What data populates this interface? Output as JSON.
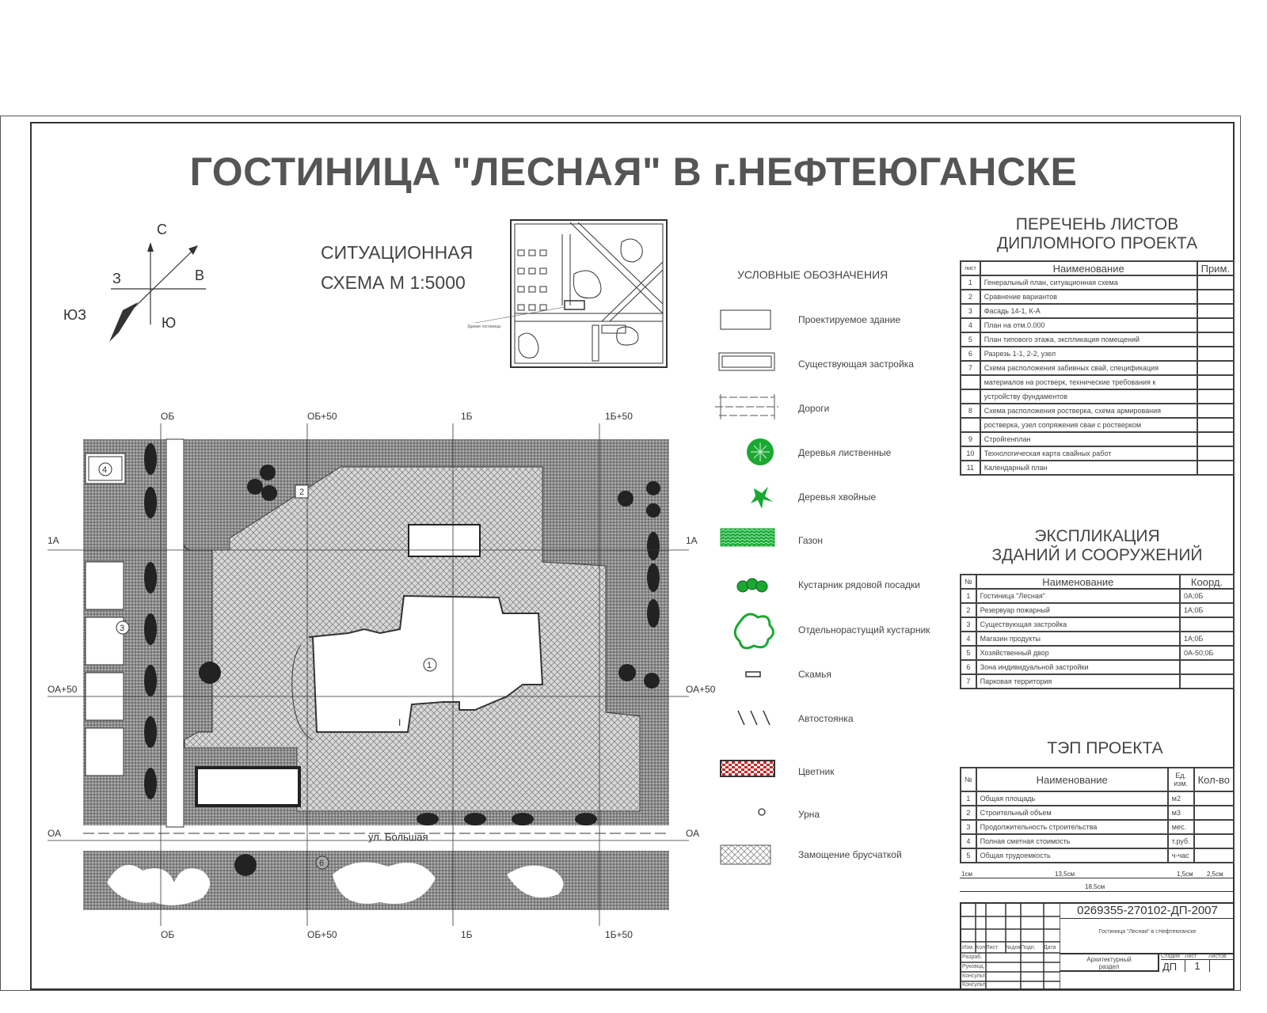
{
  "title": "ГОСТИНИЦА \"ЛЕСНАЯ\" В г.НЕФТЕЮГАНСКЕ",
  "compass": {
    "n": "С",
    "w": "З",
    "e": "В",
    "sw": "ЮЗ",
    "s": "Ю"
  },
  "situation": {
    "line1": "СИТУАЦИОННАЯ",
    "line2": "СХЕМА М 1:5000",
    "note": "Здание гостиницы"
  },
  "legend": {
    "title": "УСЛОВНЫЕ ОБОЗНАЧЕНИЯ",
    "items": [
      {
        "label": "Проектируемое здание",
        "icon": "rect-icon"
      },
      {
        "label": "Существующая застройка",
        "icon": "double-rect-icon"
      },
      {
        "label": "Дороги",
        "icon": "road-icon"
      },
      {
        "label": "Деревья лиственные",
        "icon": "deciduous-tree-icon"
      },
      {
        "label": "Деревья хвойные",
        "icon": "conifer-tree-icon"
      },
      {
        "label": "Газон",
        "icon": "lawn-icon"
      },
      {
        "label": "Кустарник рядовой посадки",
        "icon": "row-shrub-icon"
      },
      {
        "label": "Отдельнорастущий кустарник",
        "icon": "single-shrub-icon"
      },
      {
        "label": "Скамья",
        "icon": "bench-icon"
      },
      {
        "label": "Автостоянка",
        "icon": "parking-icon"
      },
      {
        "label": "Цветник",
        "icon": "flowerbed-icon"
      },
      {
        "label": "Урна",
        "icon": "bin-icon"
      },
      {
        "label": "Замощение брусчаткой",
        "icon": "paving-icon"
      }
    ]
  },
  "colors": {
    "green": "#1aa832",
    "flower": "#c62828",
    "ink": "#333333"
  },
  "plan": {
    "axes_v": [
      "ОБ",
      "ОБ+50",
      "1Б",
      "1Б+50"
    ],
    "axes_h": [
      "1А",
      "ОА+50",
      "ОА"
    ],
    "street": "ул. Большая",
    "markers": [
      "1",
      "2",
      "3",
      "4",
      "6"
    ],
    "hydrant": "I"
  },
  "sheets": {
    "title1": "ПЕРЕЧЕНЬ ЛИСТОВ",
    "title2": "ДИПЛОМНОГО ПРОЕКТА",
    "headers": [
      "лист",
      "Наименование",
      "Прим."
    ],
    "rows": [
      [
        "1",
        "Генеральный план, ситуационная схема"
      ],
      [
        "2",
        "Сравнение вариантов"
      ],
      [
        "3",
        "Фасадь 14-1, К-А"
      ],
      [
        "4",
        "План на отм.0.000"
      ],
      [
        "5",
        "План типового этажа, экспликация помещений"
      ],
      [
        "6",
        "Разрезь 1-1, 2-2, узел"
      ],
      [
        "7",
        "Схема расположения забивных свай, спецификация"
      ],
      [
        "",
        "материалов на ростверк, технические требования к"
      ],
      [
        "",
        "устройству фундаментов"
      ],
      [
        "8",
        "Схема расположения ростверка, схема армирования"
      ],
      [
        "",
        "ростверка, узел сопряжения сваи с ростверком"
      ],
      [
        "9",
        "Стройгенплан"
      ],
      [
        "10",
        "Технологическая карта свайных работ"
      ],
      [
        "11",
        "Календарный план"
      ]
    ]
  },
  "explication": {
    "title1": "ЭКСПЛИКАЦИЯ",
    "title2": "ЗДАНИЙ И СООРУЖЕНИЙ",
    "headers": [
      "№",
      "Наименование",
      "Коорд."
    ],
    "rows": [
      [
        "1",
        "Гостиница \"Лесная\"",
        "0А;0Б"
      ],
      [
        "2",
        "Резервуар пожарный",
        "1А;0Б"
      ],
      [
        "3",
        "Существующая застройка",
        ""
      ],
      [
        "4",
        "Магазин продукты",
        "1А;0Б"
      ],
      [
        "5",
        "Хозяйственный двор",
        "0А-50;0Б"
      ],
      [
        "6",
        "Зона индивидуальной застройки",
        ""
      ],
      [
        "7",
        "Парковая территория",
        ""
      ]
    ]
  },
  "tep": {
    "title": "ТЭП ПРОЕКТА",
    "headers": [
      "№",
      "Наименование",
      "Ед. изм.",
      "Кол-во"
    ],
    "rows": [
      [
        "1",
        "Общая площадь",
        "м2",
        ""
      ],
      [
        "2",
        "Строительный объем",
        "м3",
        ""
      ],
      [
        "3",
        "Продолжительность строительства",
        "мес.",
        ""
      ],
      [
        "4",
        "Полная сметная стоимость",
        "т.руб.",
        ""
      ],
      [
        "5",
        "Общая трудоемкость",
        "ч-час",
        ""
      ]
    ],
    "dims": [
      "1см",
      "13,5см",
      "1,5см",
      "2,5см"
    ],
    "total": "18,5см"
  },
  "titleblock": {
    "code": "0269355-270102-ДП-2007",
    "subject": "Гостиница \"Лесная\" в г.Нефтеюганске",
    "section1": "Архитектурный",
    "section2": "раздел",
    "col_headers": [
      "Изм.",
      "Кол.",
      "Лист",
      "№док.",
      "Подп.",
      "Дата"
    ],
    "roles": [
      "Разраб.",
      "Руковод.",
      "Консульт.",
      "Консульт."
    ],
    "stage_headers": [
      "Стадия",
      "Лист",
      "Листов"
    ],
    "stage": "ДП",
    "sheet": "1"
  }
}
